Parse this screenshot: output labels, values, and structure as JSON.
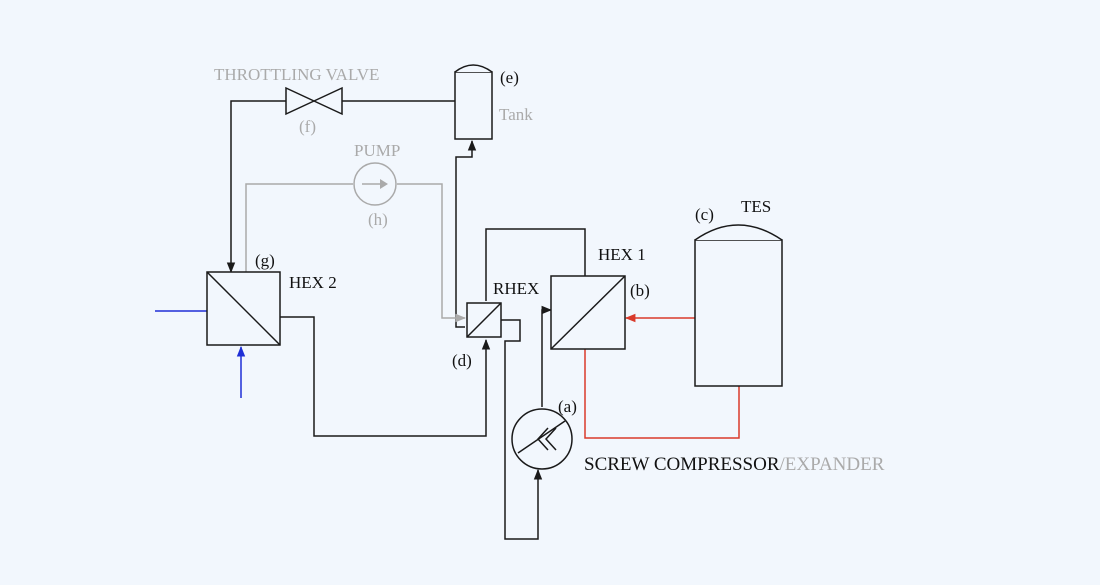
{
  "colors": {
    "background": "#f2f7fd",
    "line": "#1a1a1a",
    "gray_line": "#aaaaaa",
    "red_line": "#d93a2b",
    "blue_line": "#1f2fd6"
  },
  "labels": {
    "throttling_valve": "THROTTLING VALVE",
    "f": "(f)",
    "e": "(e)",
    "tank": "Tank",
    "pump": "PUMP",
    "h": "(h)",
    "c": "(c)",
    "tes": "TES",
    "hex1": "HEX 1",
    "b": "(b)",
    "g": "(g)",
    "hex2": "HEX 2",
    "rhex": "RHEX",
    "d": "(d)",
    "a": "(a)",
    "screw_compressor": "SCREW COMPRESSOR",
    "expander": "/EXPANDER"
  }
}
